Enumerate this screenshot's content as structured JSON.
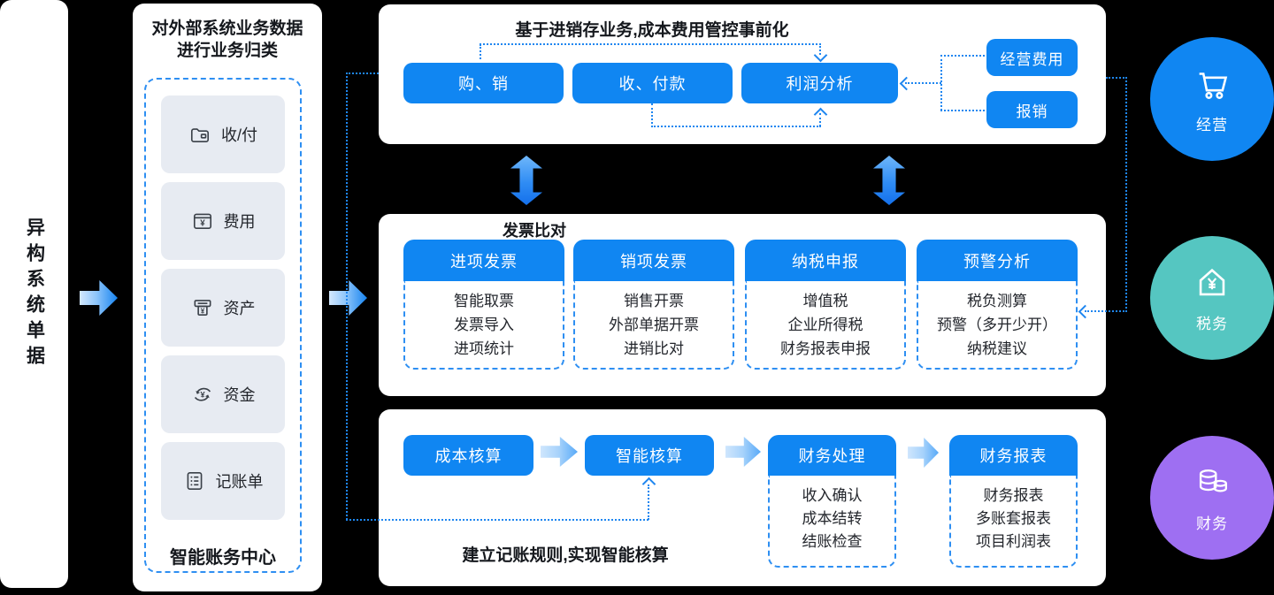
{
  "left_panel": {
    "title": "异构系统单据"
  },
  "classify_panel": {
    "title_line1": "对外部系统业务数据",
    "title_line2": "进行业务归类",
    "items": [
      {
        "icon": "wallet-icon",
        "label": "收/付"
      },
      {
        "icon": "expense-icon",
        "label": "费用"
      },
      {
        "icon": "asset-icon",
        "label": "资产"
      },
      {
        "icon": "funds-cycle-icon",
        "label": "资金"
      },
      {
        "icon": "ledger-icon",
        "label": "记账单"
      }
    ],
    "footer": "智能账务中心"
  },
  "business_panel": {
    "title": "基于进销存业务,成本费用管控事前化",
    "purchase_sale": "购、销",
    "receive_pay": "收、付款",
    "profit_analysis": "利润分析",
    "operating_expense": "经营费用",
    "reimburse": "报销"
  },
  "invoice_panel": {
    "label": "发票比对",
    "cards": [
      {
        "header": "进项发票",
        "items": [
          "智能取票",
          "发票导入",
          "进项统计"
        ]
      },
      {
        "header": "销项发票",
        "items": [
          "销售开票",
          "外部单据开票",
          "进销比对"
        ]
      },
      {
        "header": "纳税申报",
        "items": [
          "增值税",
          "企业所得税",
          "财务报表申报"
        ]
      },
      {
        "header": "预警分析",
        "items": [
          "税负测算",
          "预警（多开少开）",
          "纳税建议"
        ]
      }
    ]
  },
  "accounting_panel": {
    "cost_accounting": "成本核算",
    "smart_accounting": "智能核算",
    "cards": [
      {
        "header": "财务处理",
        "items": [
          "收入确认",
          "成本结转",
          "结账检查"
        ]
      },
      {
        "header": "财务报表",
        "items": [
          "财务报表",
          "多账套报表",
          "项目利润表"
        ]
      }
    ],
    "caption": "建立记账规则,实现智能核算"
  },
  "domains": [
    {
      "icon": "cart-icon",
      "label": "经营",
      "color": "#1086F2"
    },
    {
      "icon": "house-yen-icon",
      "label": "税务",
      "color": "#55C6C1"
    },
    {
      "icon": "coins-icon",
      "label": "财务",
      "color": "#9E6FF2"
    }
  ],
  "colors": {
    "background": "#000000",
    "panel": "#FFFFFF",
    "primary_blue": "#1086F2",
    "connector_blue": "#1E86F0",
    "item_gray": "#E7EBF2",
    "dashed_border_blue": "#2E8FF2"
  }
}
